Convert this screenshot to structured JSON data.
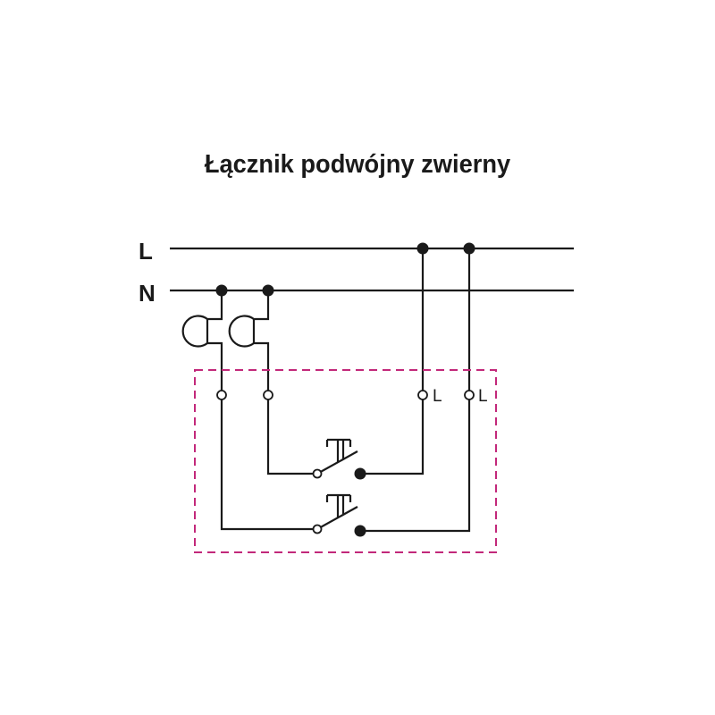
{
  "title": "Łącznik podwójny zwierny",
  "rails": {
    "L": "L",
    "N": "N"
  },
  "terminals": {
    "left_L": "L",
    "right_L": "L"
  },
  "colors": {
    "lines": "#1a1a1a",
    "enclosure": "#c2287a"
  }
}
